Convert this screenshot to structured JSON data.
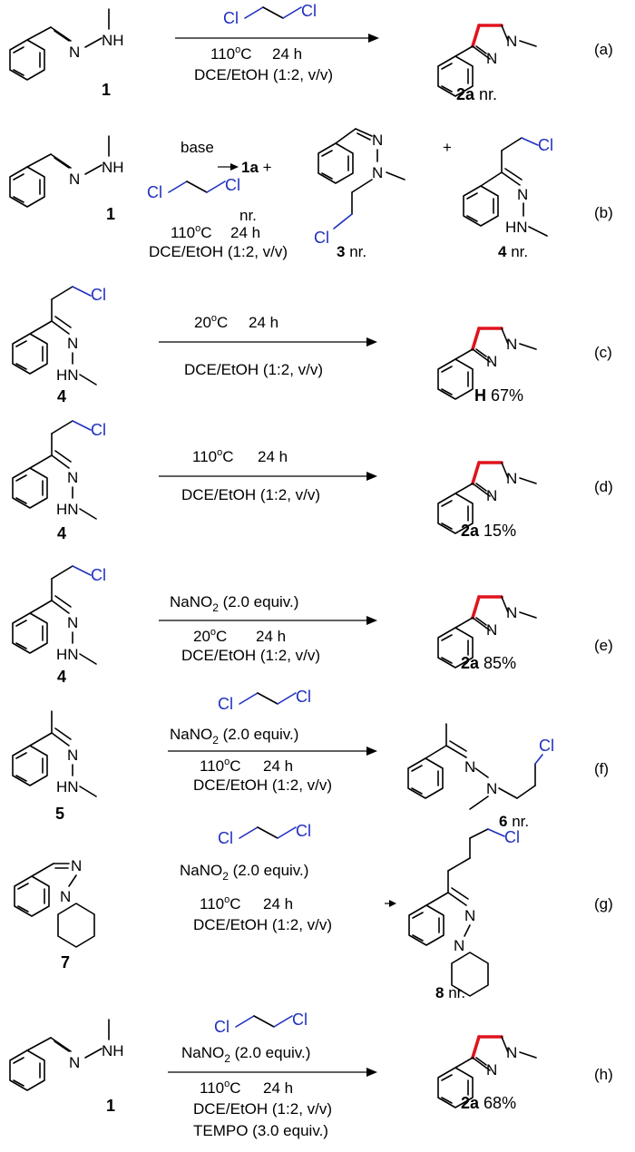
{
  "atoms": {
    "N": "N",
    "NH": "NH",
    "HN": "HN",
    "Cl": "Cl",
    "deg": "o"
  },
  "conditions": {
    "t110": "110",
    "t20": "20",
    "tunitC": "C",
    "time": "24  h",
    "solvent": "DCE/EtOH (1:2, v/v)",
    "base": "base",
    "nano2_a": "NaNO",
    "nano2_sub": "2",
    "nano2_b": " (2.0 equiv.)",
    "tempo": "TEMPO (3.0 equiv.)"
  },
  "compounds": {
    "c1": "1",
    "c1a": "1a",
    "c2a": "2a",
    "c3": "3",
    "c4": "4",
    "c5": "5",
    "c6": "6",
    "c7": "7",
    "c8": "8",
    "cH": "H"
  },
  "results": {
    "nr": "nr.",
    "plus": "+",
    "y67": "67%",
    "y15": "15%",
    "y85": "85%",
    "y68": "68%"
  },
  "panels": {
    "a": "(a)",
    "b": "(b)",
    "c": "(c)",
    "d": "(d)",
    "e": "(e)",
    "f": "(f)",
    "g": "(g)",
    "h": "(h)"
  }
}
